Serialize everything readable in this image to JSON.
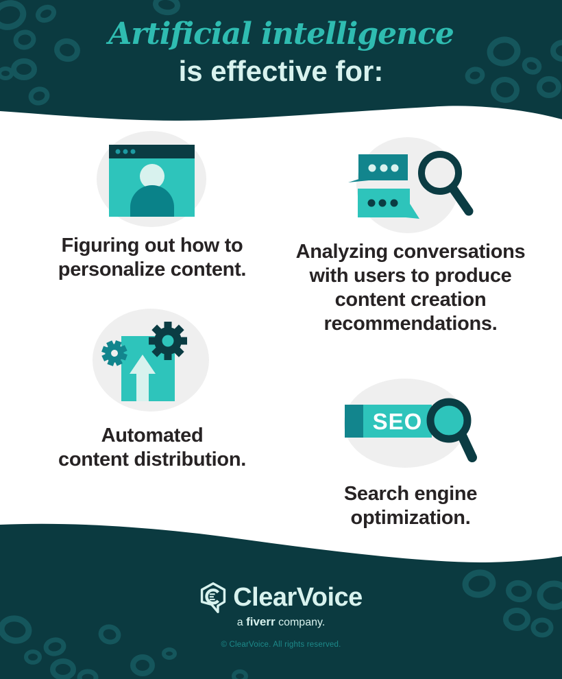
{
  "colors": {
    "bg_dark": "#0b3a40",
    "ring": "#15565c",
    "title_teal": "#2fbcb1",
    "turquoise": "#2ec4bb",
    "teal_mid": "#12858d",
    "teal_person": "#0a8289",
    "teal_dot": "#1d9aa2",
    "dark_icon": "#0b3c43",
    "mint": "#d8f2ee",
    "blob": "#efefef",
    "text_dark": "#272324",
    "copyright": "#1d8a8a",
    "white": "#ffffff"
  },
  "header": {
    "title_italic": "Artificial intelligence",
    "title_rest": "is effective for:"
  },
  "items": [
    {
      "icon": "browser-user-icon",
      "label_lines": [
        "Figuring out how to",
        "personalize content."
      ]
    },
    {
      "icon": "chat-analysis-icon",
      "label_lines": [
        "Analyzing conversations",
        "with users to produce",
        "content creation",
        "recommendations."
      ]
    },
    {
      "icon": "automation-gears-icon",
      "label_lines": [
        "Automated",
        "content distribution."
      ]
    },
    {
      "icon": "seo-search-icon",
      "label_lines": [
        "Search engine",
        "optimization."
      ],
      "badge": "SEO"
    }
  ],
  "footer": {
    "brand": "ClearVoice",
    "tagline_a": "a",
    "tagline_fiverr": "fiverr",
    "tagline_company": "company.",
    "copyright": "© ClearVoice. All rights reserved."
  }
}
